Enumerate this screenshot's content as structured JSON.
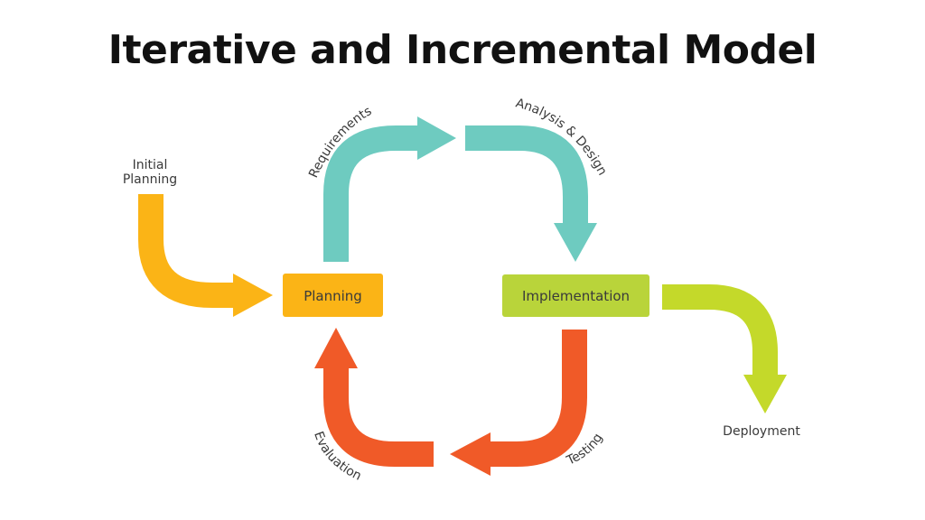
{
  "title": "Iterative and Incremental Model",
  "colors": {
    "initial": "#fbb416",
    "requirements": "#6ecbc0",
    "analysis": "#6ecbc0",
    "testing": "#f05a28",
    "evaluation": "#f05a28",
    "deployment": "#c4d92a",
    "planning_box": "#fbb416",
    "implementation_box": "#b9d43a"
  },
  "nodes": {
    "planning": "Planning",
    "implementation": "Implementation"
  },
  "labels": {
    "initial_line1": "Initial",
    "initial_line2": "Planning",
    "requirements": "Requirements",
    "analysis": "Analysis & Design",
    "testing": "Testing",
    "evaluation": "Evaluation",
    "deployment": "Deployment"
  }
}
